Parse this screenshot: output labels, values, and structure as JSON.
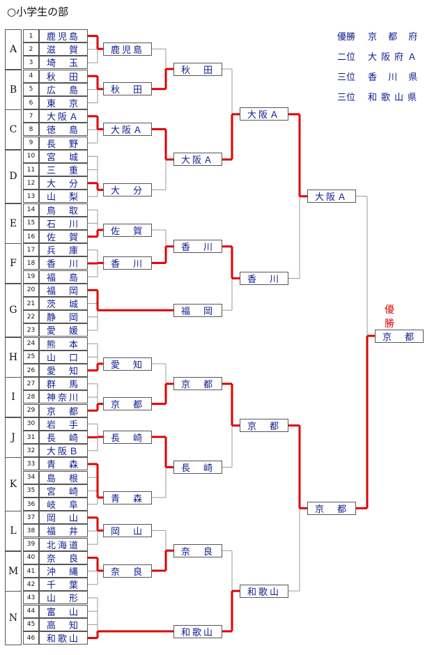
{
  "title": "○小学生の部",
  "winner_label": "優　勝",
  "results": [
    {
      "rank": "優勝",
      "team": "京 都 府"
    },
    {
      "rank": "二位",
      "team": "大阪府Ａ"
    },
    {
      "rank": "三位",
      "team": "香 川 県"
    },
    {
      "rank": "三位",
      "team": "和歌山県"
    }
  ],
  "groups": [
    {
      "letter": "A",
      "teams": [
        [
          "1",
          "鹿児島"
        ],
        [
          "2",
          "滋　賀"
        ],
        [
          "3",
          "埼　玉"
        ]
      ],
      "winner": "鹿児島"
    },
    {
      "letter": "B",
      "teams": [
        [
          "4",
          "秋　田"
        ],
        [
          "5",
          "広　島"
        ],
        [
          "6",
          "東　京"
        ]
      ],
      "winner": "秋　田"
    },
    {
      "letter": "C",
      "teams": [
        [
          "7",
          "大阪Ａ"
        ],
        [
          "8",
          "徳　島"
        ],
        [
          "9",
          "長　野"
        ]
      ],
      "winner": "大阪Ａ"
    },
    {
      "letter": "D",
      "teams": [
        [
          "10",
          "宮　城"
        ],
        [
          "11",
          "三　重"
        ],
        [
          "12",
          "大　分"
        ],
        [
          "13",
          "山　梨"
        ]
      ],
      "winner": "大　分"
    },
    {
      "letter": "E",
      "teams": [
        [
          "14",
          "鳥　取"
        ],
        [
          "15",
          "石　川"
        ],
        [
          "16",
          "佐　賀"
        ]
      ],
      "winner": "佐　賀"
    },
    {
      "letter": "F",
      "teams": [
        [
          "17",
          "兵　庫"
        ],
        [
          "18",
          "香　川"
        ],
        [
          "19",
          "福　島"
        ]
      ],
      "winner": "香　川"
    },
    {
      "letter": "G",
      "teams": [
        [
          "20",
          "福　岡"
        ],
        [
          "21",
          "茨　城"
        ],
        [
          "22",
          "静　岡"
        ],
        [
          "23",
          "愛　媛"
        ]
      ],
      "winner": "福　岡"
    },
    {
      "letter": "H",
      "teams": [
        [
          "24",
          "熊　本"
        ],
        [
          "25",
          "山　口"
        ],
        [
          "26",
          "愛　知"
        ]
      ],
      "winner": "愛　知"
    },
    {
      "letter": "I",
      "teams": [
        [
          "27",
          "群　馬"
        ],
        [
          "28",
          "神奈川"
        ],
        [
          "29",
          "京　都"
        ]
      ],
      "winner": "京　都"
    },
    {
      "letter": "J",
      "teams": [
        [
          "30",
          "岩　手"
        ],
        [
          "31",
          "長　崎"
        ],
        [
          "32",
          "大阪Ｂ"
        ]
      ],
      "winner": "長　崎"
    },
    {
      "letter": "K",
      "teams": [
        [
          "33",
          "青　森"
        ],
        [
          "34",
          "島　根"
        ],
        [
          "35",
          "宮　崎"
        ],
        [
          "36",
          "岐　阜"
        ]
      ],
      "winner": "青　森"
    },
    {
      "letter": "L",
      "teams": [
        [
          "37",
          "岡　山"
        ],
        [
          "38",
          "福　井"
        ],
        [
          "39",
          "北海道"
        ]
      ],
      "winner": "岡　山"
    },
    {
      "letter": "M",
      "teams": [
        [
          "40",
          "奈　良"
        ],
        [
          "41",
          "沖　縄"
        ],
        [
          "42",
          "千　葉"
        ]
      ],
      "winner": "奈　良"
    },
    {
      "letter": "N",
      "teams": [
        [
          "43",
          "山　形"
        ],
        [
          "44",
          "富　山"
        ],
        [
          "45",
          "高　知"
        ],
        [
          "46",
          "和歌山"
        ]
      ],
      "winner": "和歌山"
    }
  ],
  "round2": [
    "秋　田",
    "大阪Ａ",
    "香　川",
    "福　岡",
    "京　都",
    "長　崎",
    "奈　良",
    "和歌山"
  ],
  "round3": [
    "大阪Ａ",
    "香　川",
    "京　都",
    "和歌山"
  ],
  "semifinal": [
    "大阪Ａ",
    "京　都"
  ],
  "champion": "京　都",
  "colors": {
    "win_line": "#e00000",
    "line": "#999999",
    "team_text": "#0b1a8c",
    "result_text": "#0b1a8c",
    "champion_label": "#e00000"
  }
}
